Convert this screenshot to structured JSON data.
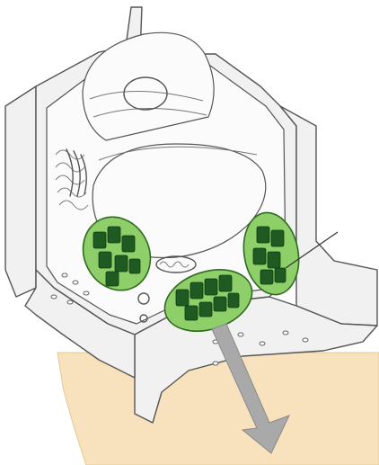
{
  "figure": {
    "labels": []
  },
  "colors": {
    "cell_wall": "#f1f1f1",
    "outline": "#555555",
    "chloroplast_stroma": "#8fcf6a",
    "chloroplast_grana": "#1f5a22",
    "background_panel": "#f7e2bd",
    "arrow": "#a9a9a9"
  },
  "structures": [
    "cell-wall",
    "nucleus",
    "nucleolus",
    "central-vacuole",
    "endoplasmic-reticulum",
    "golgi-apparatus",
    "mitochondrion",
    "chloroplast",
    "chloroplast",
    "chloroplast",
    "plasmodesmata",
    "zoom-arrow",
    "zoom-panel"
  ]
}
